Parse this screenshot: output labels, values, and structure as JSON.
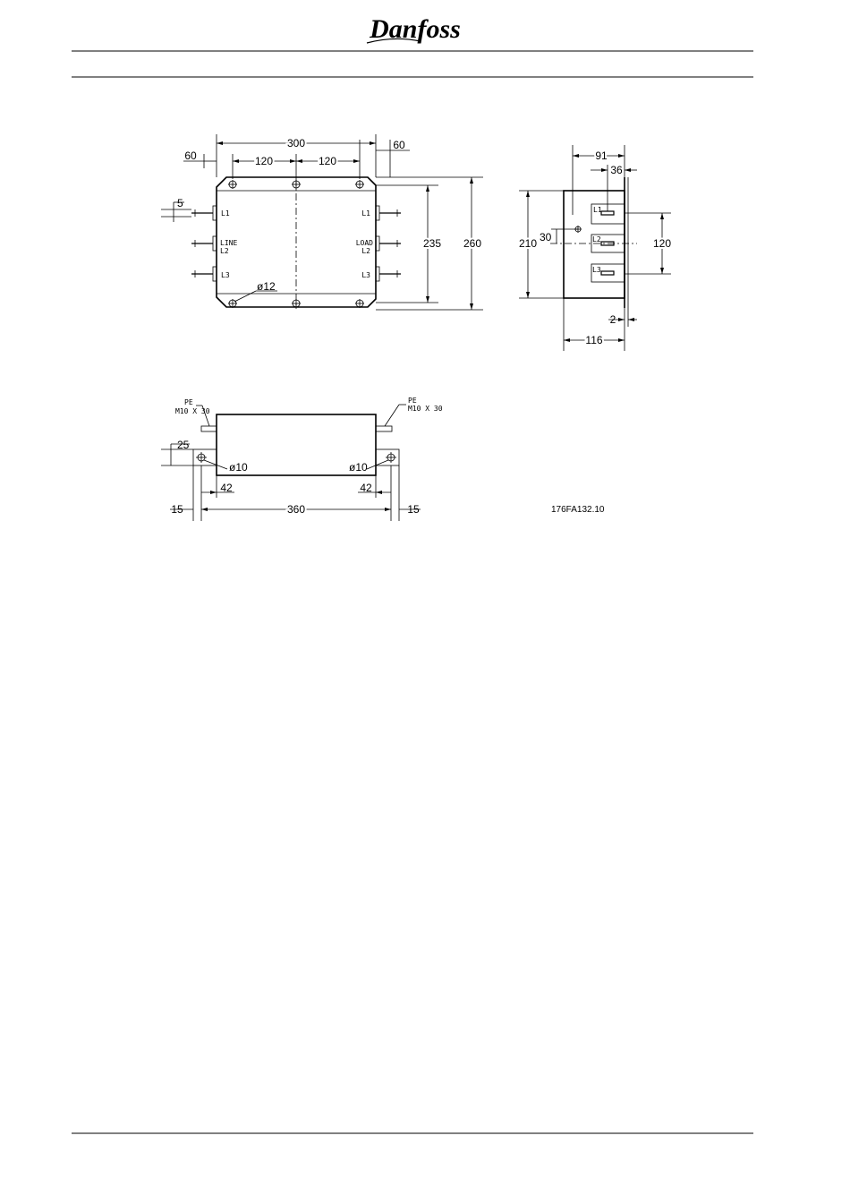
{
  "header": {
    "logo_text": "Danfoss"
  },
  "front_view": {
    "dim_300": "300",
    "dim_60_left": "60",
    "dim_120_left": "120",
    "dim_120_right": "120",
    "dim_60_right": "60",
    "dim_5": "5",
    "dim_235": "235",
    "dim_260": "260",
    "hole_dia": "ø12",
    "label_l1_left": "L1",
    "label_line": "LINE",
    "label_l2_left": "L2",
    "label_l3_left": "L3",
    "label_l1_right": "L1",
    "label_load": "LOAD",
    "label_l2_right": "L2",
    "label_l3_right": "L3"
  },
  "side_view": {
    "dim_91": "91",
    "dim_36": "36",
    "dim_210": "210",
    "dim_30": "30",
    "dim_120": "120",
    "dim_2": "2",
    "dim_116": "116",
    "label_l1": "L1",
    "label_l2": "L2",
    "label_l3": "L3"
  },
  "bottom_view": {
    "pe_left": "PE",
    "pe_left_bolt": "M10 X 30",
    "pe_right": "PE",
    "pe_right_bolt": "M10 X 30",
    "dim_25": "25",
    "hole_dia_left": "ø10",
    "hole_dia_right": "ø10",
    "dim_42_left": "42",
    "dim_42_right": "42",
    "dim_15_left": "15",
    "dim_360": "360",
    "dim_15_right": "15"
  },
  "drawing_code": "176FA132.10"
}
